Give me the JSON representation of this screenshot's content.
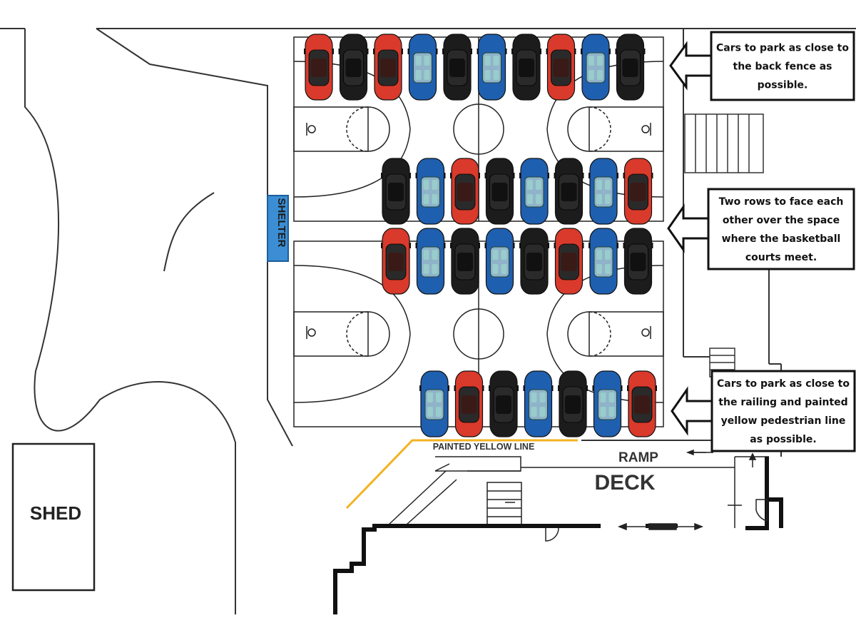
{
  "labels": {
    "shed": "SHED",
    "shelter": "SHELTER",
    "ramp": "RAMP",
    "deck": "DECK",
    "painted_line": "PAINTED YELLOW LINE"
  },
  "callouts": [
    {
      "id": "top",
      "lines": [
        "Cars to park as close to",
        "the back fence as",
        "possible."
      ]
    },
    {
      "id": "middle",
      "lines": [
        "Two rows to face each",
        "other over the space",
        "where the basketball",
        "courts meet."
      ]
    },
    {
      "id": "bottom",
      "lines": [
        "Cars to park as close to",
        "the railing and painted",
        "yellow pedestrian line",
        "as possible."
      ]
    }
  ],
  "car_rows": [
    {
      "id": "row-back-fence",
      "cars": [
        "red",
        "black",
        "red",
        "blue",
        "black",
        "blue",
        "black",
        "red",
        "blue",
        "black"
      ]
    },
    {
      "id": "row-middle-upper",
      "cars": [
        "black",
        "blue",
        "red",
        "black",
        "blue",
        "black",
        "blue",
        "red"
      ]
    },
    {
      "id": "row-middle-lower",
      "cars": [
        "red",
        "blue",
        "black",
        "blue",
        "black",
        "red",
        "blue",
        "black"
      ]
    },
    {
      "id": "row-railing",
      "cars": [
        "blue",
        "red",
        "black",
        "blue",
        "black",
        "blue",
        "red"
      ]
    }
  ],
  "colors": {
    "red": "#d93a2b",
    "blue": "#1f5fb0",
    "black": "#1c1c1c",
    "yellow_line": "#f2b321",
    "shelter_blue": "#2a86cf",
    "line": "#222222"
  }
}
